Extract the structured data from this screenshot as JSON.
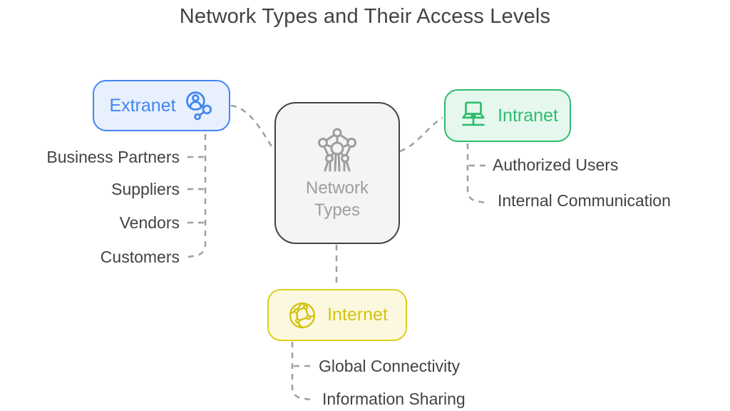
{
  "title": "Network Types and Their Access Levels",
  "colors": {
    "blue": "#4285f4",
    "blue_bg": "#e8f0fd",
    "green": "#2ebd6e",
    "green_bg": "#e6f8ee",
    "yellow_border": "#dccf1d",
    "yellow_text": "#d2c414",
    "yellow_bg": "#fcf8df",
    "center_border": "#404347",
    "center_bg": "#f4f4f4",
    "center_fg": "#9e9e9e",
    "text": "#3f4347",
    "connector": "#9aa0a6"
  },
  "center": {
    "label": "Network Types",
    "icon": "network-nodes-icon"
  },
  "nodes": {
    "extranet": {
      "label": "Extranet",
      "icon": "user-share-icon",
      "items": [
        "Business Partners",
        "Suppliers",
        "Vendors",
        "Customers"
      ]
    },
    "intranet": {
      "label": "Intranet",
      "icon": "laptop-network-icon",
      "items": [
        "Authorized Users",
        "Internal Communication"
      ]
    },
    "internet": {
      "label": "Internet",
      "icon": "globe-network-icon",
      "items": [
        "Global Connectivity",
        "Information Sharing"
      ]
    }
  }
}
